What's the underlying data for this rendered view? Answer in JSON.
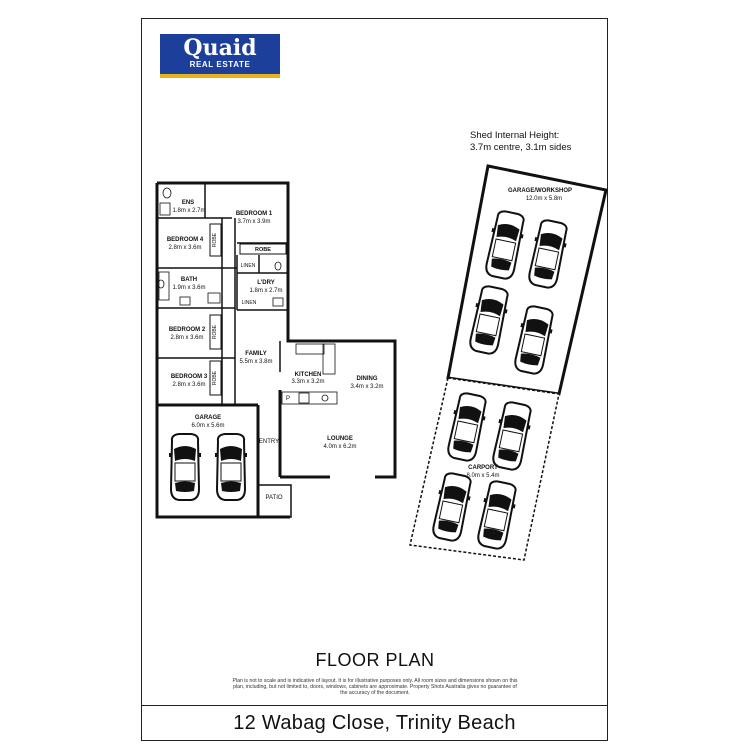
{
  "logo": {
    "name": "Quaid",
    "sub": "REAL ESTATE"
  },
  "shed_note": {
    "line1": "Shed Internal Height:",
    "line2": "3.7m centre, 3.1m sides"
  },
  "rooms": {
    "ens": {
      "name": "ENS",
      "dims": "1.8m x 2.7m"
    },
    "bedroom1": {
      "name": "BEDROOM 1",
      "dims": "3.7m x 3.9m"
    },
    "bedroom4": {
      "name": "BEDROOM 4",
      "dims": "2.8m x 3.6m"
    },
    "bath": {
      "name": "BATH",
      "dims": "1.9m x 3.6m"
    },
    "ldry": {
      "name": "L'DRY",
      "dims": "1.8m x 2.7m"
    },
    "bedroom2": {
      "name": "BEDROOM 2",
      "dims": "2.8m x 3.6m"
    },
    "family": {
      "name": "FAMILY",
      "dims": "5.5m x 3.8m"
    },
    "kitchen": {
      "name": "KITCHEN",
      "dims": "3.3m x 3.2m"
    },
    "dining": {
      "name": "DINING",
      "dims": "3.4m x 3.2m"
    },
    "bedroom3": {
      "name": "BEDROOM 3",
      "dims": "2.8m x 3.6m"
    },
    "garage": {
      "name": "GARAGE",
      "dims": "6.0m x 5.6m"
    },
    "lounge": {
      "name": "LOUNGE",
      "dims": "4.0m x 6.2m"
    },
    "garage_workshop": {
      "name": "GARAGE/WORKSHOP",
      "dims": "12.0m x 5.8m"
    },
    "carport": {
      "name": "CARPORT",
      "dims": "8.0m x 5.4m"
    }
  },
  "labels": {
    "robe": "ROBE",
    "linen": "LINEN",
    "entry": "ENTRY",
    "patio": "PATIO",
    "pantry": "P"
  },
  "title": "FLOOR PLAN",
  "disclaimer": "Plan is not to scale and is indicative of layout. It is for illustrative purposes only. All room sizes and dimensions shown on this plan, including, but not limited to, doors, windows, cabinets are approximate. Property Shots Australia gives no guarantee of the accuracy of the document.",
  "address": "12 Wabag Close, Trinity Beach"
}
